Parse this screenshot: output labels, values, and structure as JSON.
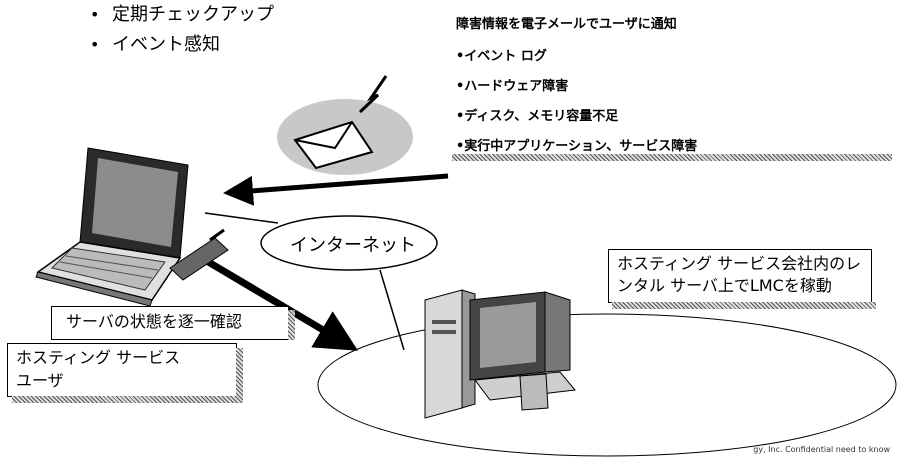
{
  "bullets": [
    {
      "bullet": "•",
      "text": "定期チェックアップ"
    },
    {
      "bullet": "•",
      "text": "イベント感知"
    }
  ],
  "notification": {
    "title": "障害情報を電子メールでユーザに通知",
    "items": [
      "•イベント ログ",
      "•ハードウェア障害",
      "•ディスク、メモリ容量不足",
      "•実行中アプリケーション、サービス障害"
    ]
  },
  "internet_label": "インターネット",
  "lmc_box": {
    "lines": [
      "ホスティング サービス会社内のレ",
      "ンタル サーバ上でLMCを稼動"
    ]
  },
  "check_box": {
    "text": "サーバの状態を逐一確認"
  },
  "user_box": {
    "lines": [
      "ホスティング サービス",
      "ユーザ"
    ]
  },
  "footer": "gy, Inc. Confidential need to know",
  "icons": [
    "laptop-icon",
    "mobile-phone-icon",
    "email-icon",
    "desktop-computer-icon"
  ]
}
